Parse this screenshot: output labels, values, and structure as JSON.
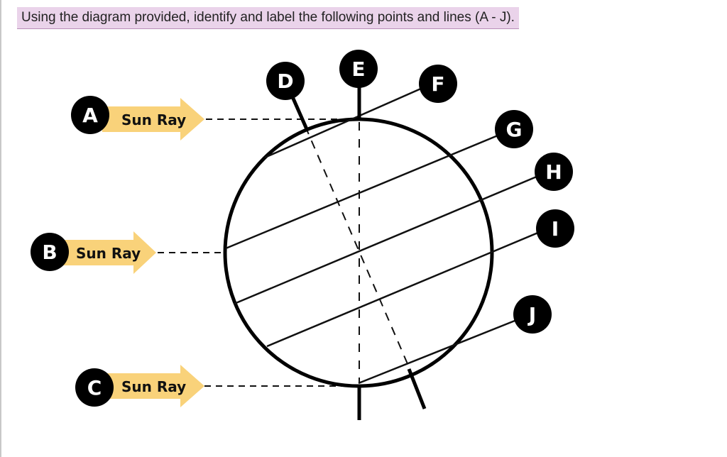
{
  "question": "Using the diagram provided, identify and label the following points and lines (A - J).",
  "sun_ray_label": "Sun Ray",
  "labels": {
    "A": "A",
    "B": "B",
    "C": "C",
    "D": "D",
    "E": "E",
    "F": "F",
    "G": "G",
    "H": "H",
    "I": "I",
    "J": "J"
  },
  "colors": {
    "highlight": "#ead3ea",
    "arrow": "#f9d27a",
    "badge": "#000000",
    "ink": "#111111"
  }
}
